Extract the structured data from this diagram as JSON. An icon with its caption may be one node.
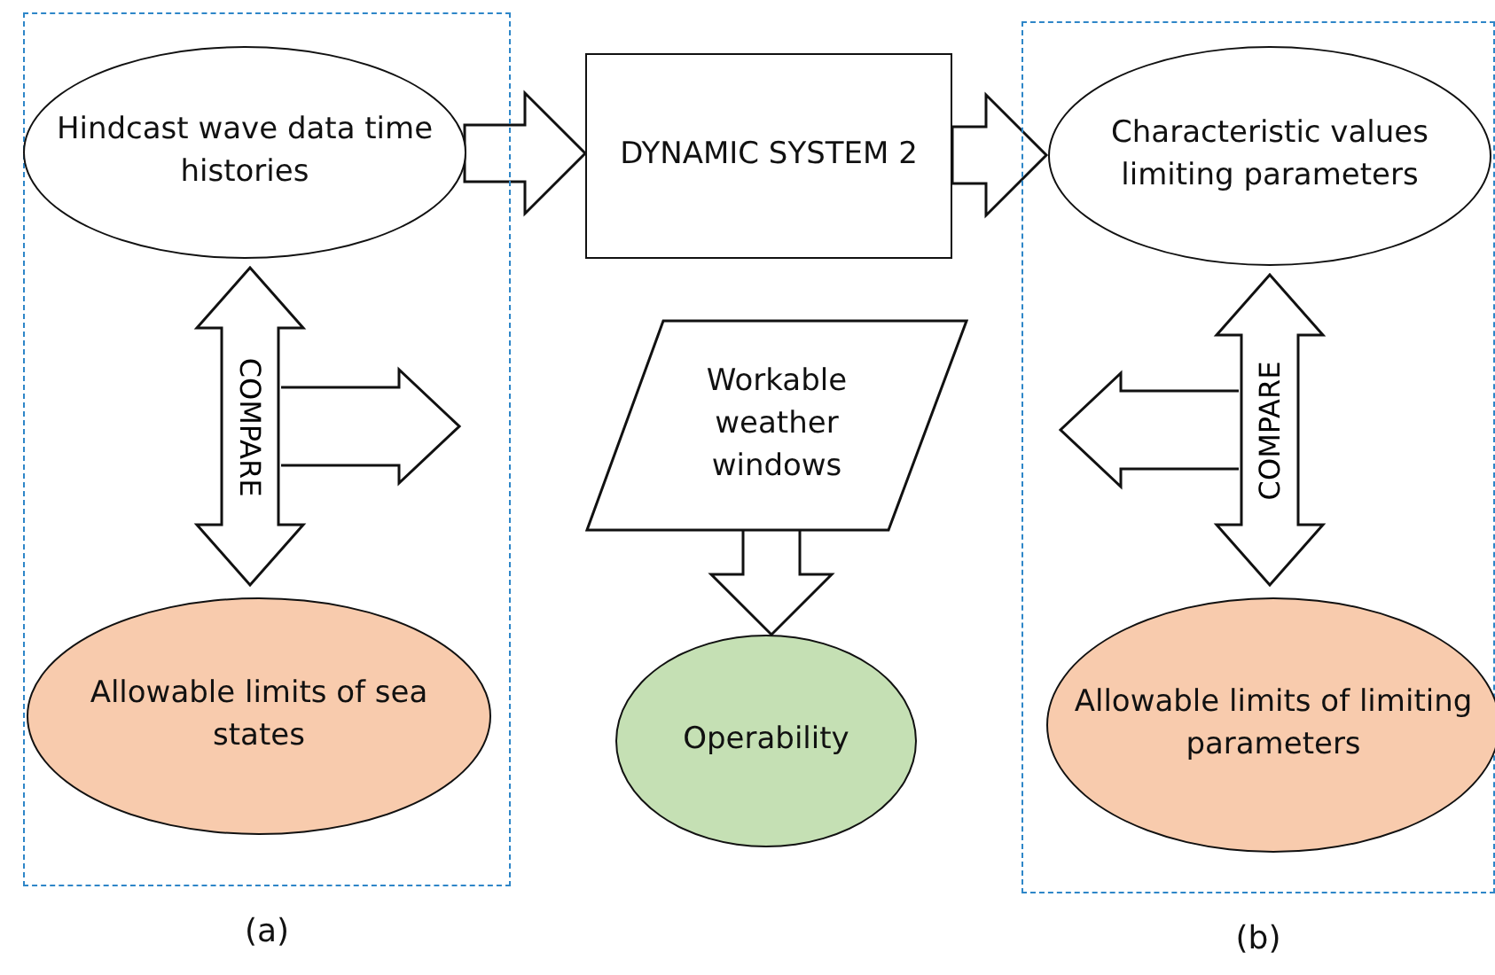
{
  "diagram": {
    "nodes": [
      {
        "text": [
          "(a)"
        ]
      },
      {
        "text": [
          "Hindcast wave data time histories"
        ],
        "in": 0
      },
      {
        "text": [
          "Allowable limits of sea states"
        ],
        "in": 0
      },
      {
        "text": [
          "DYNAMIC SYSTEM 2"
        ]
      },
      {
        "text": [
          "(b)"
        ]
      },
      {
        "text": [
          "Characteristic values limiting parameters"
        ],
        "in": 4
      },
      {
        "text": [
          "Allowable limits of limiting parameters"
        ],
        "in": 4
      },
      {
        "text": [
          "Workable weather windows"
        ]
      },
      {
        "text": [
          "Operability"
        ]
      }
    ],
    "edges": [
      {
        "from": 1,
        "to": 3,
        "arrow": "to"
      },
      {
        "from": 3,
        "to": 5,
        "arrow": "to"
      },
      {
        "from": 1,
        "to": 2,
        "arrow": "both",
        "label": "COMPARE"
      },
      {
        "from": 5,
        "to": 6,
        "arrow": "both",
        "label": "COMPARE"
      },
      {
        "from": 7,
        "to": 8,
        "arrow": "to"
      }
    ]
  }
}
